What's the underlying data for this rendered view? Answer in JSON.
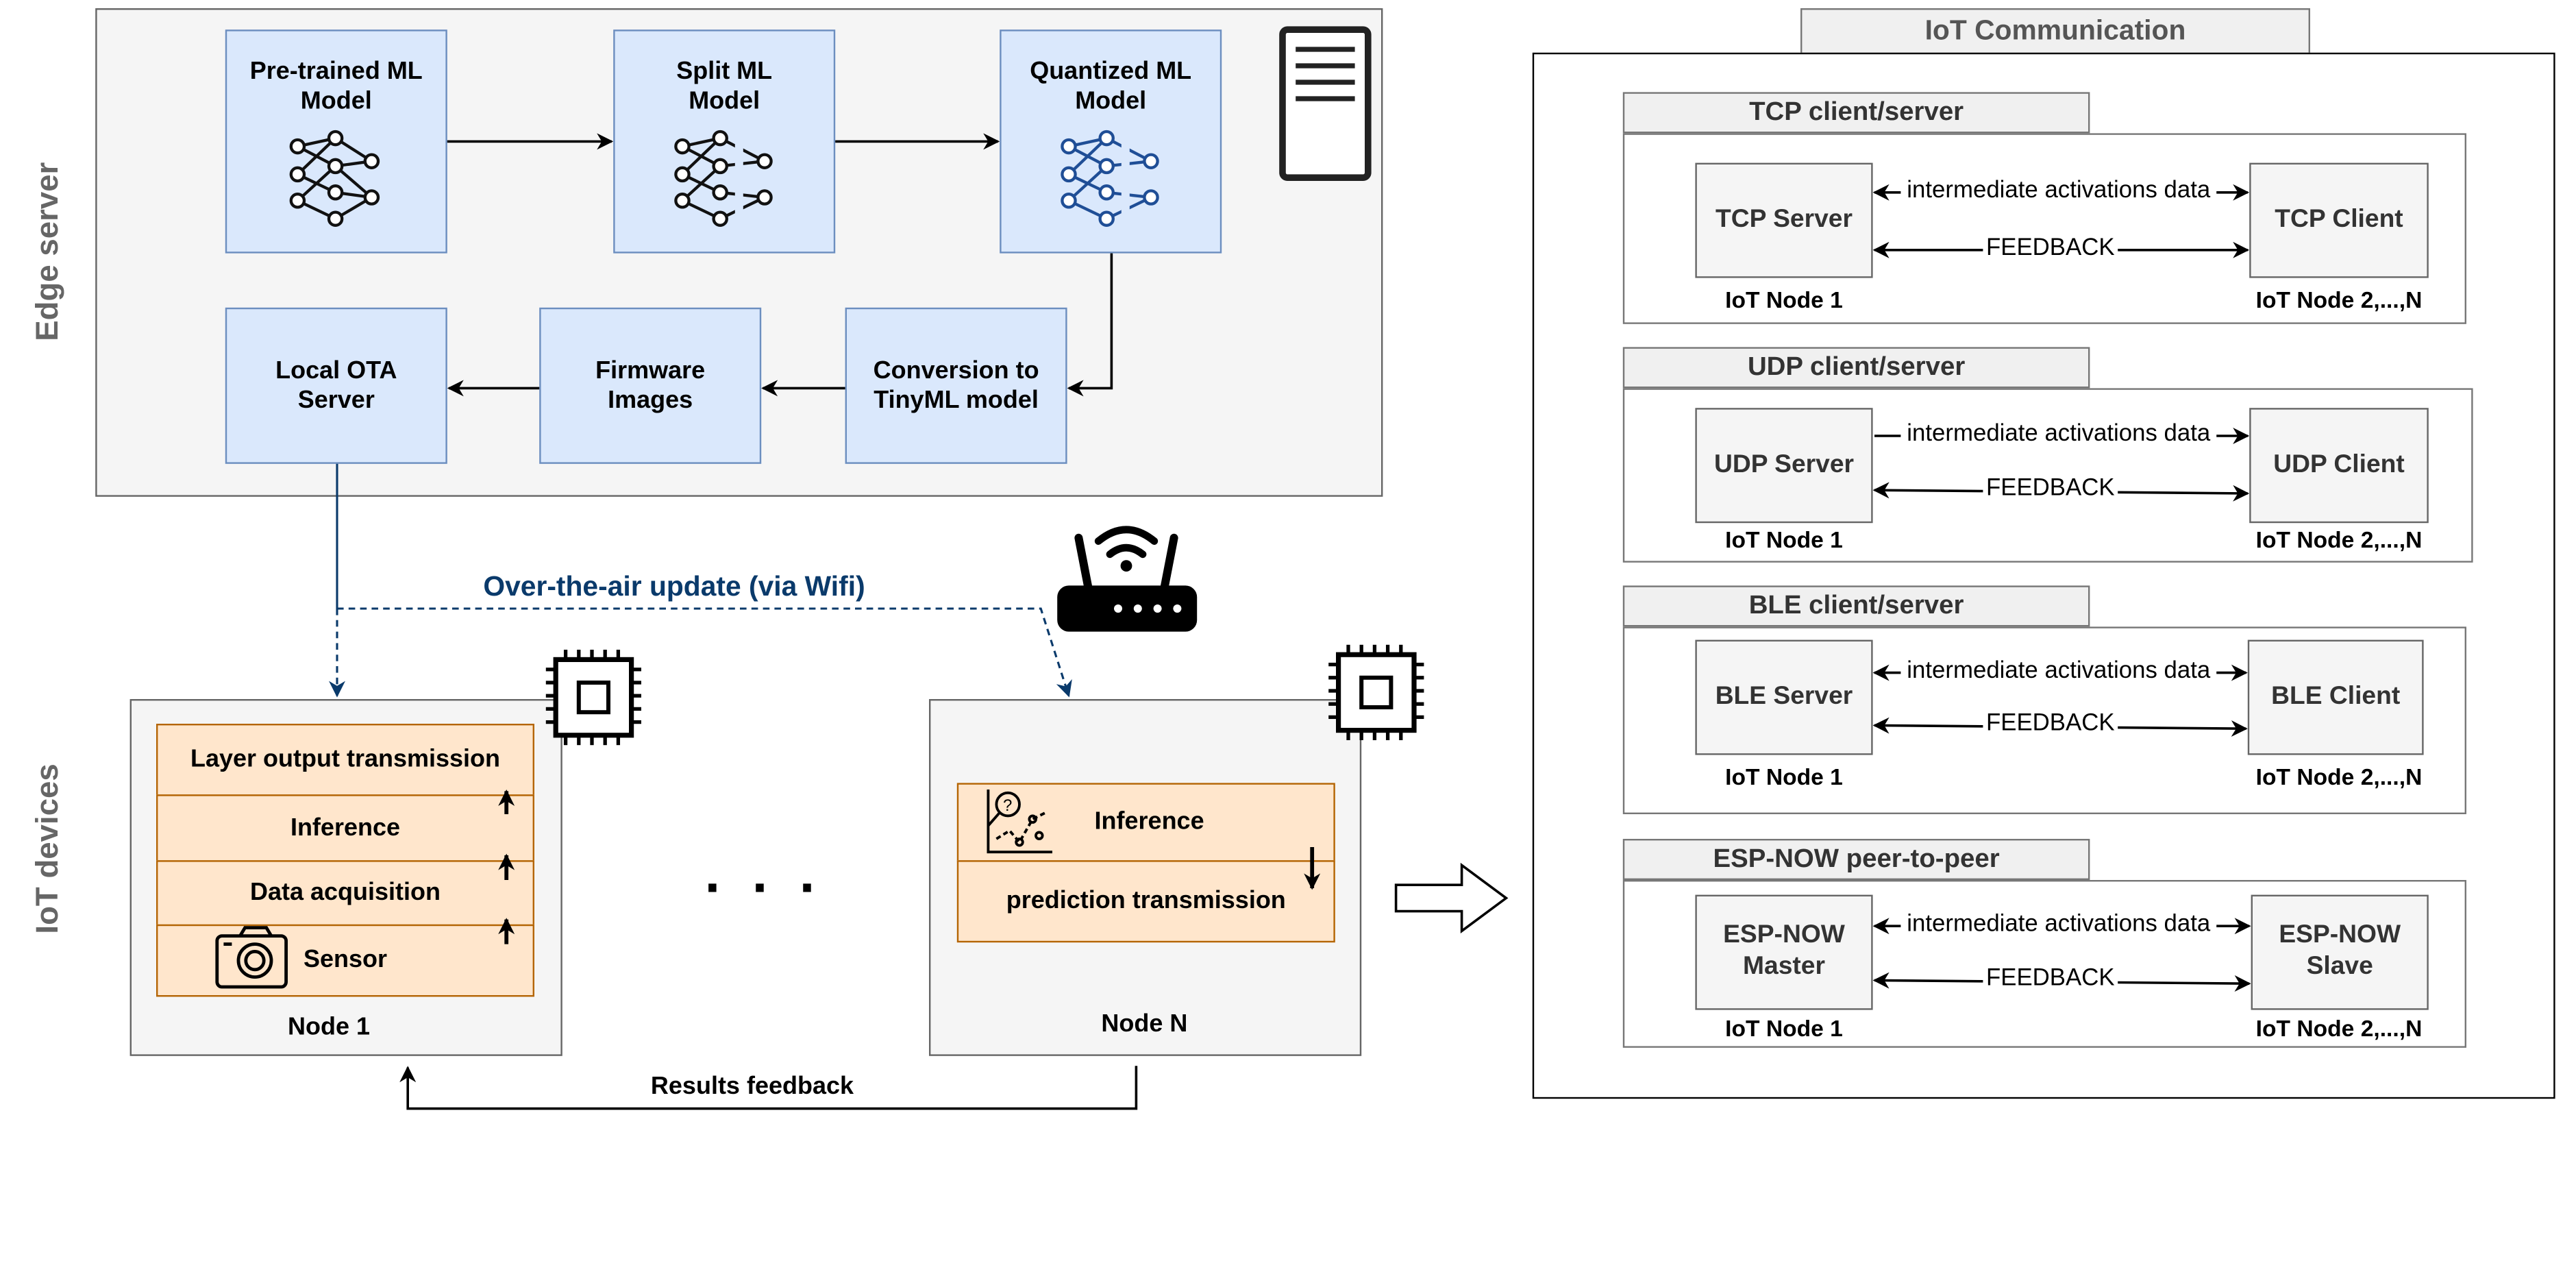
{
  "edge": {
    "side_label": "Edge server",
    "pretrained": "Pre-trained ML Model",
    "split": "Split ML Model",
    "quantized": "Quantized ML Model",
    "ota": "Local OTA Server",
    "firmware": "Firmware Images",
    "conversion": "Conversion to TinyML model"
  },
  "iot": {
    "side_label": "IoT devices",
    "ota_update": "Over-the-air update (via Wifi)",
    "node1": {
      "layer_output": "Layer output transmission",
      "inference": "Inference",
      "acquisition": "Data acquisition",
      "sensor": "Sensor",
      "label": "Node 1"
    },
    "ellipsis": "· · ·",
    "nodeN": {
      "inference": "Inference",
      "prediction": "prediction transmission",
      "label": "Node N"
    },
    "results_feedback": "Results feedback"
  },
  "comm": {
    "title": "IoT Communication",
    "arrow_data": "intermediate activations data",
    "arrow_feedback": "FEEDBACK",
    "node1": "IoT Node 1",
    "node2": "IoT Node 2,...,N",
    "groups": [
      {
        "header": "TCP client/server",
        "left": "TCP Server",
        "right": "TCP Client"
      },
      {
        "header": "UDP client/server",
        "left": "UDP Server",
        "right": "UDP Client"
      },
      {
        "header": "BLE client/server",
        "left": "BLE Server",
        "right": "BLE Client"
      },
      {
        "header": "ESP-NOW peer-to-peer",
        "left": "ESP-NOW Master",
        "right": "ESP-NOW Slave"
      }
    ]
  },
  "colors": {
    "model_box": "#dae8fc",
    "model_border": "#6c8ebf",
    "node_layer": "#ffe6cc",
    "node_layer_border": "#b46504",
    "ota_text": "#0a3a6b",
    "panel": "#f5f5f5"
  }
}
